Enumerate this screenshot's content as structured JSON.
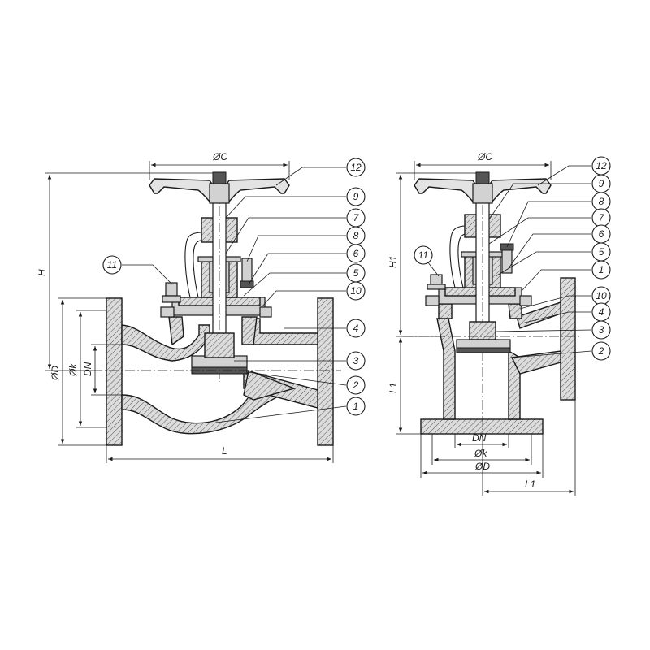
{
  "left_view": {
    "dimensions": {
      "handwheel_diameter": "ØC",
      "height": "H",
      "flange_diameter": "ØD",
      "bolt_circle": "Øk",
      "nominal_diameter": "DN",
      "length": "L"
    },
    "balloons": [
      "12",
      "9",
      "7",
      "8",
      "6",
      "5",
      "10",
      "4",
      "3",
      "2",
      "1",
      "11"
    ]
  },
  "right_view": {
    "dimensions": {
      "handwheel_diameter": "ØC",
      "height": "H1",
      "length_vertical": "L1",
      "nominal_diameter": "DN",
      "bolt_circle": "Øk",
      "flange_diameter": "ØD",
      "length_horizontal": "L1"
    },
    "balloons": [
      "12",
      "9",
      "8",
      "7",
      "6",
      "5",
      "1",
      "10",
      "4",
      "3",
      "2",
      "11"
    ]
  }
}
